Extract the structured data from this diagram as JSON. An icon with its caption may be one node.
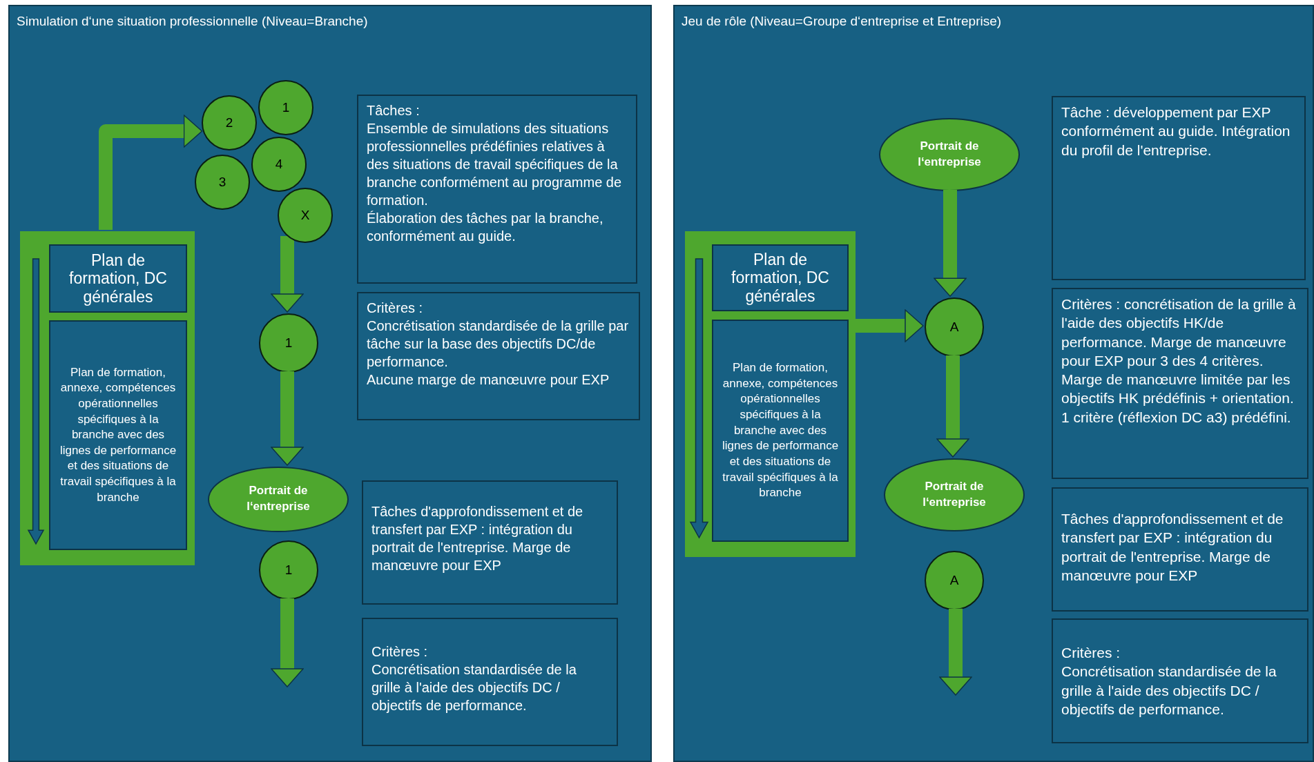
{
  "diagram": {
    "nodes": [
      {
        "text": [
          "Simulation d‘une situation professionnelle (Niveau=Branche)"
        ]
      },
      {
        "text": [],
        "shape": "box",
        "in": 0
      },
      {
        "text": [
          "Plan de formation, DC générales"
        ],
        "in": 1
      },
      {
        "text": [
          "Plan de formation, annexe, compétences opérationnelles spécifiques à la branche avec des lignes de performance et des situations de travail spécifiques à la branche"
        ],
        "in": 1
      },
      {
        "text": [
          "1"
        ],
        "in": 0
      },
      {
        "text": [
          "2"
        ],
        "in": 0
      },
      {
        "text": [
          "4"
        ],
        "in": 0
      },
      {
        "text": [
          "3"
        ],
        "in": 0
      },
      {
        "text": [
          "X"
        ],
        "in": 0
      },
      {
        "text": [
          "1"
        ],
        "in": 0
      },
      {
        "text": [
          "Portrait de l‘entreprise"
        ],
        "in": 0
      },
      {
        "text": [
          "1"
        ],
        "in": 0
      },
      {
        "text": [
          "Tâches :",
          "Ensemble de simulations des situations professionnelles prédéfinies relatives à des situations de travail spécifiques de la branche conformément au programme de formation.",
          "Élaboration des tâches par la branche, conformément au guide."
        ],
        "in": 0
      },
      {
        "text": [
          "Critères :",
          "Concrétisation standardisée de la grille par tâche sur la base des objectifs DC/de performance.",
          "Aucune marge de manœuvre pour EXP"
        ],
        "in": 0
      },
      {
        "text": [
          "Tâches d'approfondissement et de transfert par EXP : intégration du portrait de l'entreprise. Marge de manœuvre pour EXP"
        ],
        "in": 0
      },
      {
        "text": [
          "Critères :",
          "Concrétisation standardisée de la grille à l'aide des objectifs DC / objectifs de performance."
        ],
        "in": 0
      },
      {
        "text": [
          "Jeu de rôle (Niveau=Groupe d‘entreprise et Entreprise)"
        ]
      },
      {
        "text": [],
        "shape": "box",
        "in": 16
      },
      {
        "text": [
          "Plan de formation, DC générales"
        ],
        "in": 17
      },
      {
        "text": [
          "Plan de formation, annexe, compétences opérationnelles spécifiques à la branche avec des lignes de performance et des situations de travail spécifiques à la branche"
        ],
        "in": 17
      },
      {
        "text": [
          "Portrait de l‘entreprise"
        ],
        "in": 16
      },
      {
        "text": [
          "A"
        ],
        "in": 16
      },
      {
        "text": [
          "Portrait de l‘entreprise"
        ],
        "in": 16
      },
      {
        "text": [
          "A"
        ],
        "in": 16
      },
      {
        "text": [
          "Tâche : développement par EXP conformément au guide. Intégration du profil de l'entreprise."
        ],
        "in": 16
      },
      {
        "text": [
          "Critères : concrétisation de la grille à l'aide des objectifs HK/de performance. Marge de manœuvre pour EXP pour 3 des 4 critères. Marge de manœuvre limitée par les objectifs HK prédéfinis + orientation. 1 critère (réflexion DC a3) prédéfini."
        ],
        "in": 16
      },
      {
        "text": [
          "Tâches d'approfondissement et de transfert par EXP : intégration du portrait de l'entreprise. Marge de manœuvre pour EXP"
        ],
        "in": 16
      },
      {
        "text": [
          "Critères :",
          "Concrétisation standardisée de la grille à l'aide des objectifs DC / objectifs de performance."
        ],
        "in": 16
      }
    ],
    "edges": [
      {
        "from": 1,
        "to": 5,
        "arrow": "to"
      },
      {
        "from": 8,
        "to": 9,
        "arrow": "to"
      },
      {
        "from": 9,
        "to": 10,
        "arrow": "to"
      },
      {
        "from": 11,
        "to": null,
        "arrow": "to"
      },
      {
        "from": 20,
        "to": 21,
        "arrow": "to"
      },
      {
        "from": 17,
        "to": 21,
        "arrow": "to"
      },
      {
        "from": 21,
        "to": 22,
        "arrow": "to"
      },
      {
        "from": 23,
        "to": null,
        "arrow": "to"
      }
    ]
  }
}
